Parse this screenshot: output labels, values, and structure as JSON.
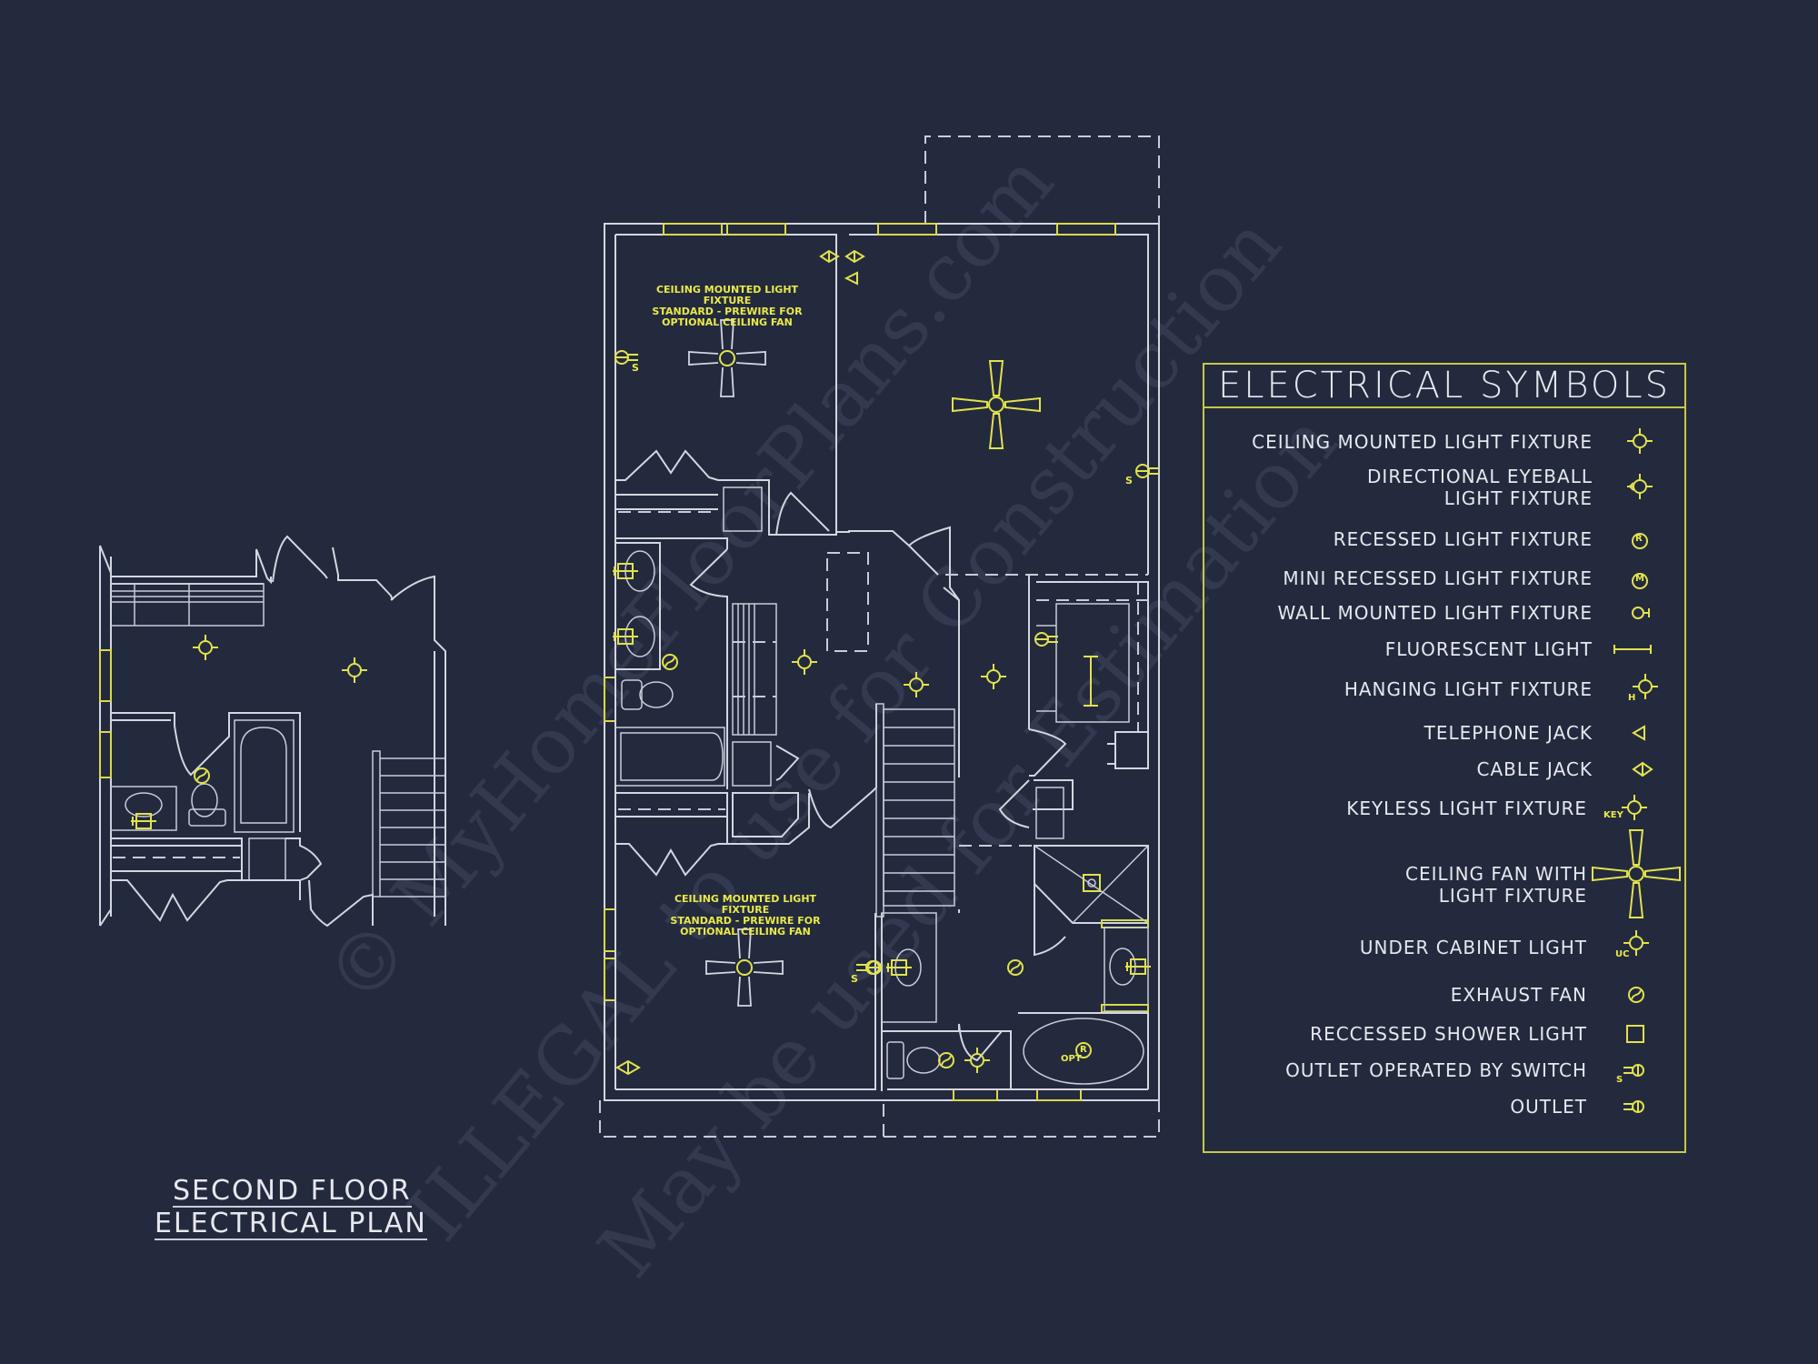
{
  "drawing": {
    "title_line1": "SECOND FLOOR",
    "title_line2": "ELECTRICAL PLAN",
    "colors": {
      "background": "#232a3e",
      "walls": "#d4d6e0",
      "symbols": "#e2e24c",
      "legend_border": "#c8c845"
    }
  },
  "notes": {
    "bedroom_upper": "CEILING MOUNTED LIGHT FIXTURE\nSTANDARD - PREWIRE FOR\nOPTIONAL CEILING FAN",
    "bedroom_lower": "CEILING MOUNTED LIGHT FIXTURE\nSTANDARD - PREWIRE FOR\nOPTIONAL CEILING FAN"
  },
  "tags": {
    "switch": "S",
    "opt": "OPT",
    "recessed": "R"
  },
  "legend": {
    "title": "ELECTRICAL SYMBOLS",
    "items": [
      {
        "label": "CEILING MOUNTED LIGHT FIXTURE",
        "icon": "ceiling-light-icon"
      },
      {
        "label": "DIRECTIONAL EYEBALL\nLIGHT FIXTURE",
        "icon": "eyeball-light-icon"
      },
      {
        "label": "RECESSED LIGHT FIXTURE",
        "icon": "recessed-light-icon",
        "glyph": "R"
      },
      {
        "label": "MINI RECESSED LIGHT FIXTURE",
        "icon": "mini-recessed-light-icon",
        "glyph": "M"
      },
      {
        "label": "WALL MOUNTED LIGHT FIXTURE",
        "icon": "wall-light-icon"
      },
      {
        "label": "FLUORESCENT LIGHT",
        "icon": "fluorescent-light-icon"
      },
      {
        "label": "HANGING LIGHT FIXTURE",
        "icon": "hanging-light-icon",
        "glyph": "H"
      },
      {
        "label": "TELEPHONE JACK",
        "icon": "telephone-jack-icon"
      },
      {
        "label": "CABLE JACK",
        "icon": "cable-jack-icon"
      },
      {
        "label": "KEYLESS LIGHT FIXTURE",
        "icon": "keyless-light-icon",
        "glyph": "KEY"
      },
      {
        "label": "CEILING FAN WITH\nLIGHT FIXTURE",
        "icon": "ceiling-fan-icon"
      },
      {
        "label": "UNDER CABINET LIGHT",
        "icon": "under-cabinet-light-icon",
        "glyph": "UC"
      },
      {
        "label": "EXHAUST FAN",
        "icon": "exhaust-fan-icon"
      },
      {
        "label": "RECCESSED SHOWER LIGHT",
        "icon": "shower-light-icon"
      },
      {
        "label": "OUTLET OPERATED BY SWITCH",
        "icon": "switched-outlet-icon",
        "glyph": "S"
      },
      {
        "label": "OUTLET",
        "icon": "outlet-icon"
      }
    ]
  },
  "watermark": {
    "line1": "© MyHomeFloorPlans.com",
    "line2": "ILLEGAL to use for Construction",
    "line3": "May be used for Estimation"
  }
}
